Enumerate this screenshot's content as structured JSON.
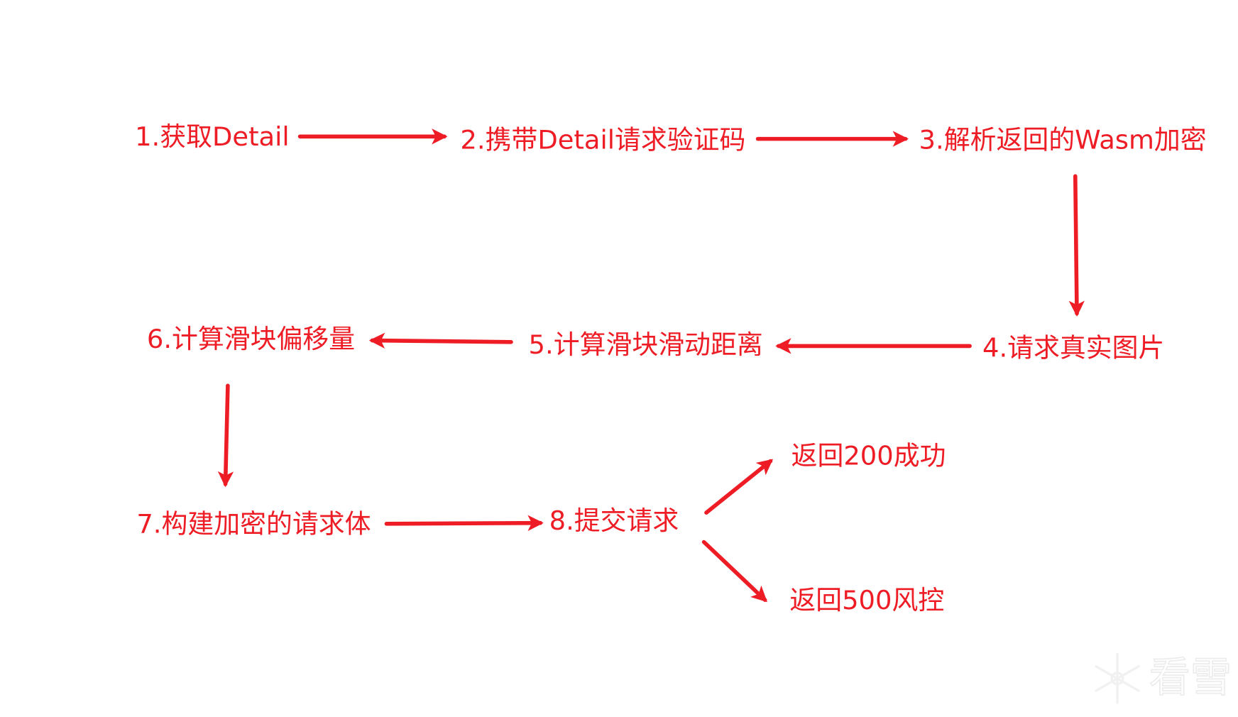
{
  "colors": {
    "accent": "#ee1c25"
  },
  "steps": {
    "s1": "1.获取Detail",
    "s2": "2.携带Detail请求验证码",
    "s3": "3.解析返回的Wasm加密",
    "s4": "4.请求真实图片",
    "s5": "5.计算滑块滑动距离",
    "s6": "6.计算滑块偏移量",
    "s7": "7.构建加密的请求体",
    "s8": "8.提交请求",
    "ok": "返回200成功",
    "fail": "返回500风控"
  },
  "watermark": {
    "text": "看雪",
    "icon": "snowflake-icon"
  }
}
